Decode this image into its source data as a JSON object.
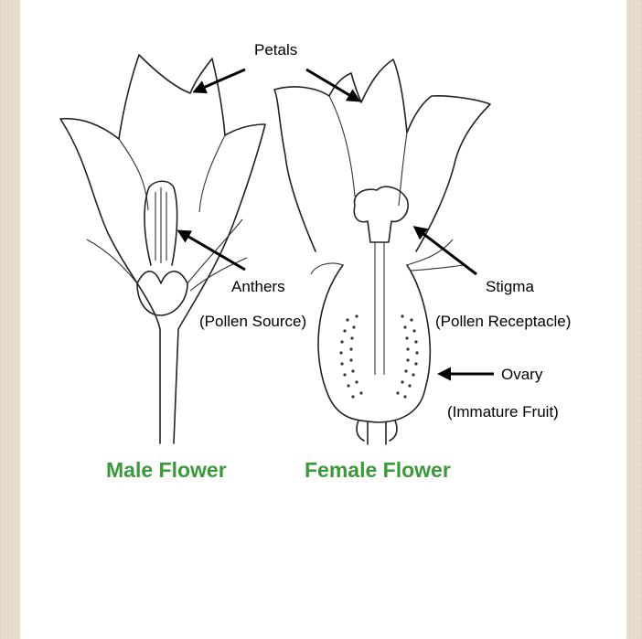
{
  "labels": {
    "petals": "Petals",
    "anthers": "Anthers",
    "pollen_source": "(Pollen Source)",
    "stigma": "Stigma",
    "pollen_receptacle": "(Pollen Receptacle)",
    "ovary": "Ovary",
    "immature_fruit": "(Immature Fruit)"
  },
  "captions": {
    "male": "Male Flower",
    "female": "Female Flower"
  },
  "colors": {
    "caption": "#3a9a3a",
    "background": "#e7dccb",
    "panel": "#ffffff"
  }
}
